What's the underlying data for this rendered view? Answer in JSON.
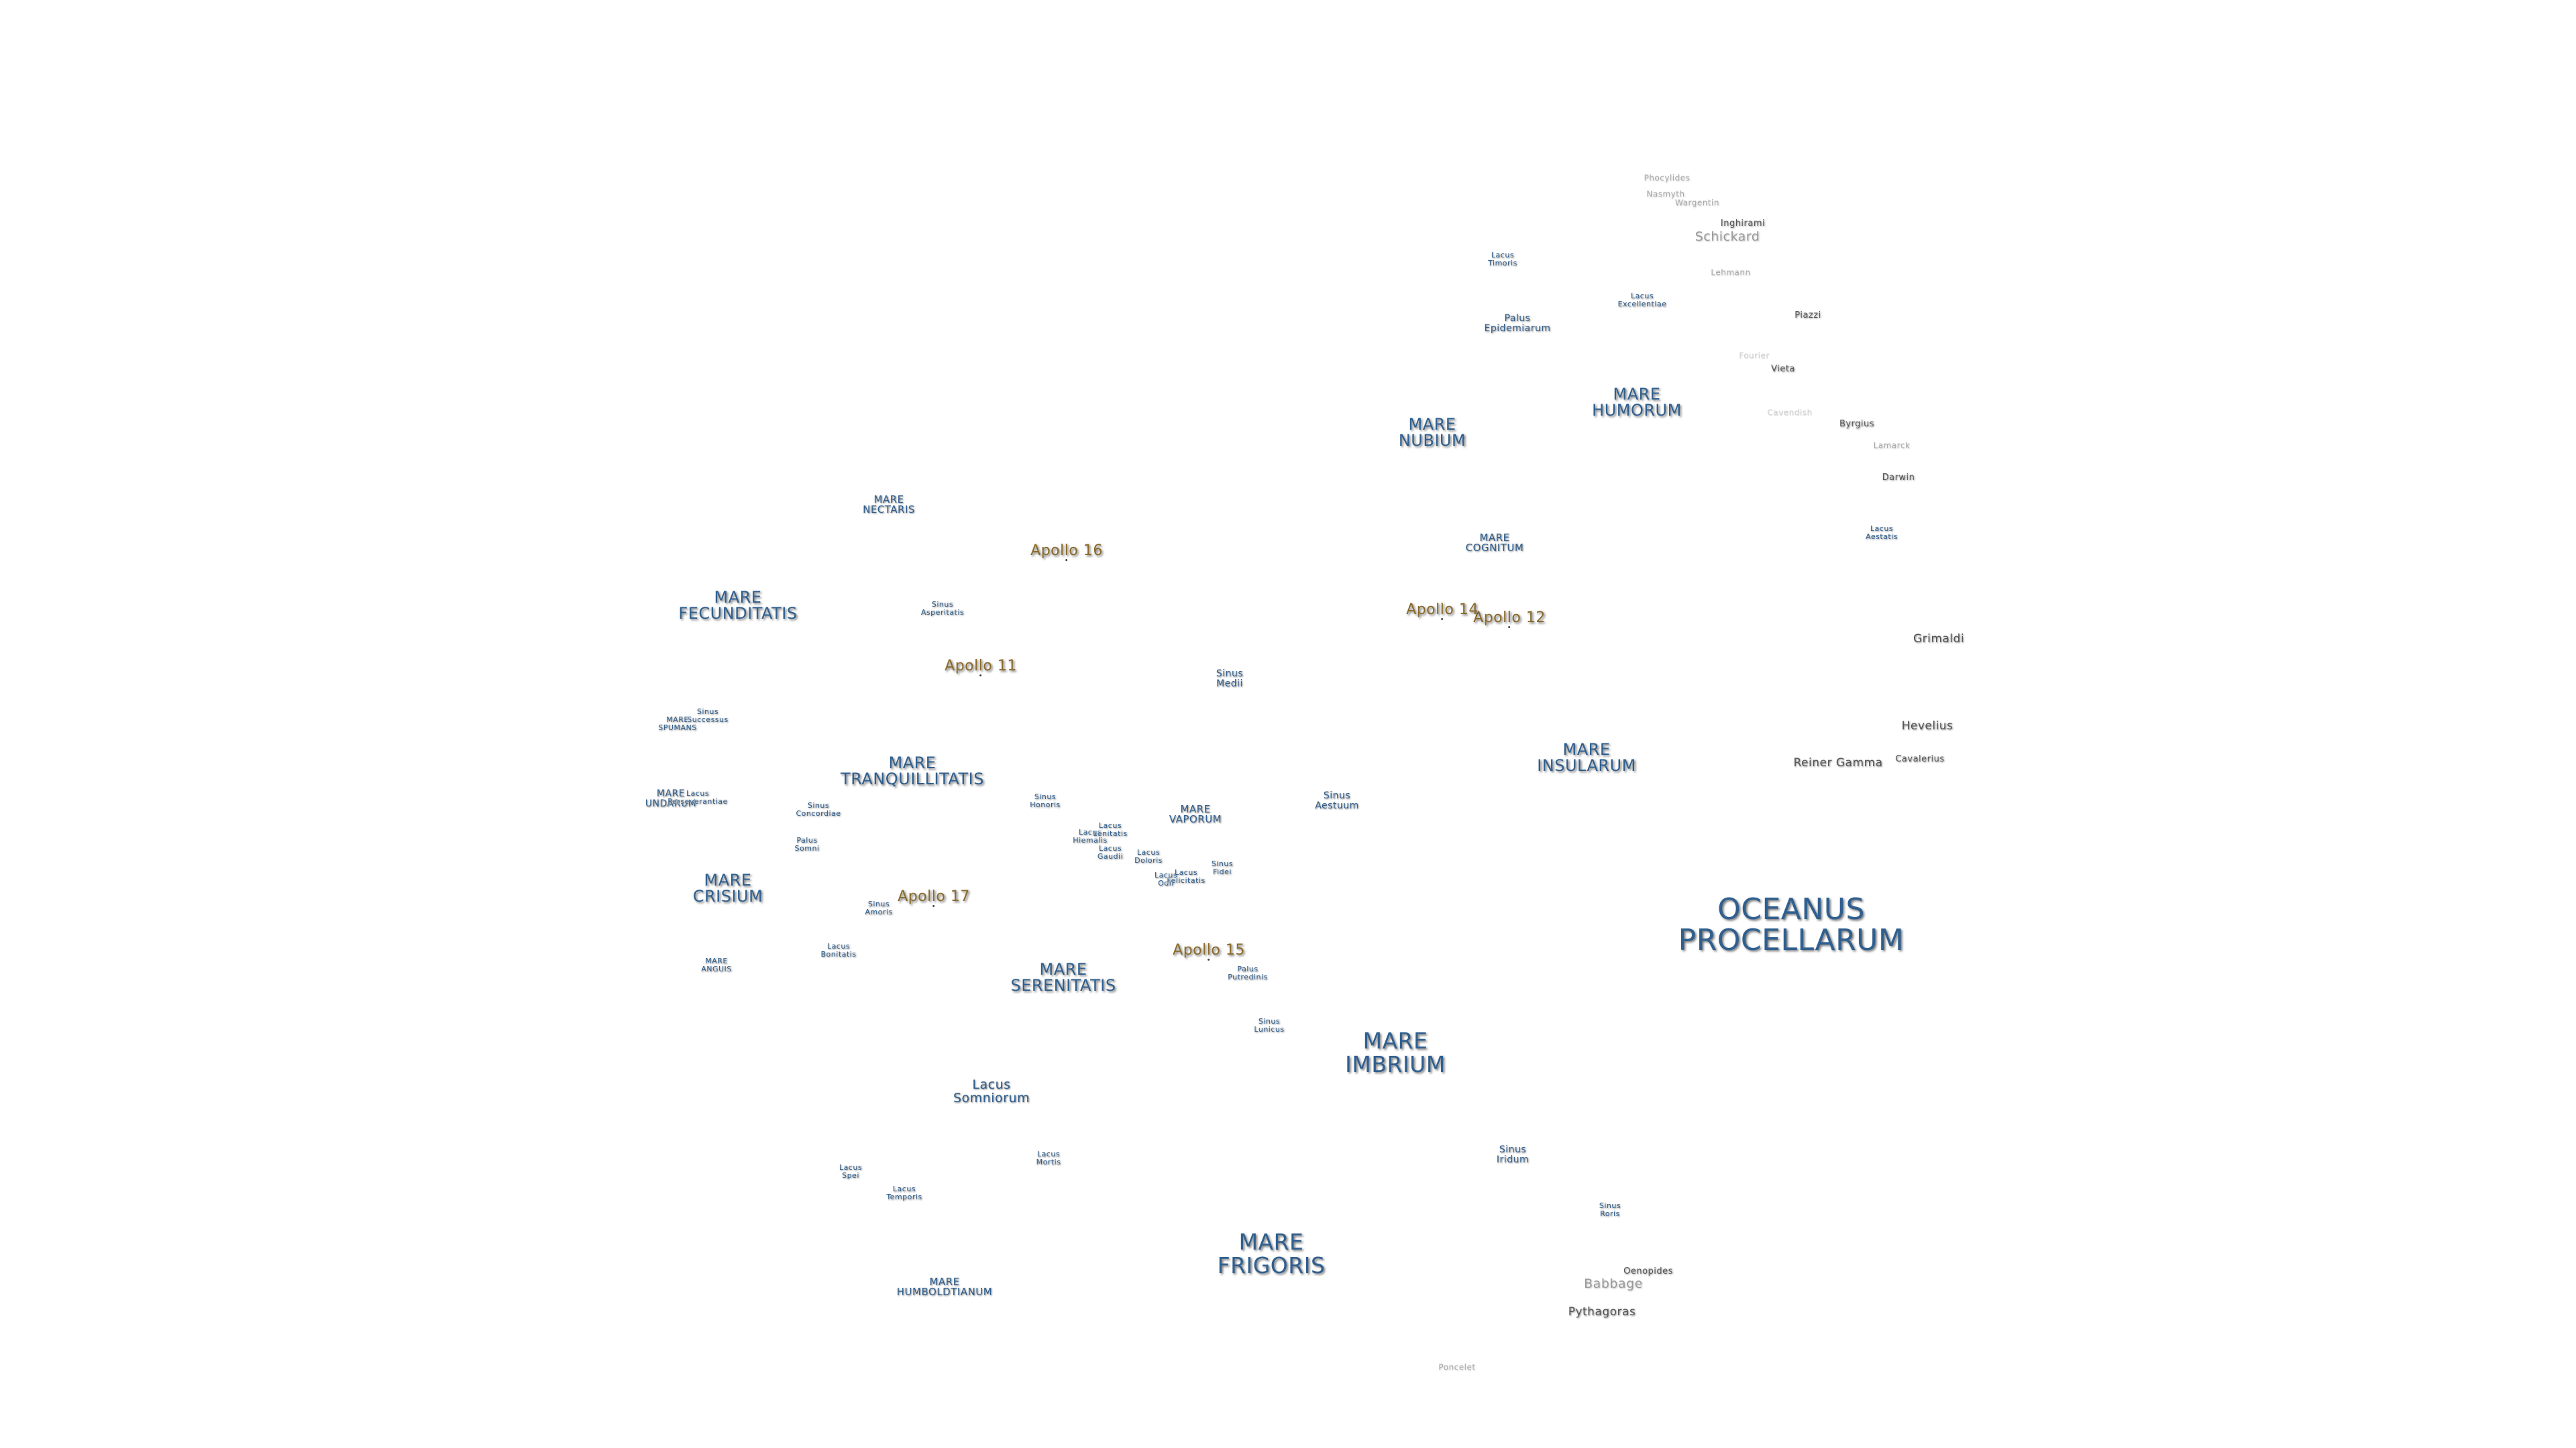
{
  "map": {
    "labels": [
      {
        "id": "oceanus-procellarum",
        "cls": "ocean",
        "lines": [
          "OCEANUS",
          "PROCELLARUM"
        ]
      },
      {
        "id": "mare-imbrium",
        "cls": "mare-l",
        "lines": [
          "MARE",
          "IMBRIUM"
        ]
      },
      {
        "id": "mare-frigoris",
        "cls": "mare-l",
        "lines": [
          "MARE",
          "FRIGORIS"
        ]
      },
      {
        "id": "mare-tranquillitatis",
        "cls": "mare-m",
        "lines": [
          "MARE",
          "TRANQUILLITATIS"
        ]
      },
      {
        "id": "mare-serenitatis",
        "cls": "mare-m",
        "lines": [
          "MARE",
          "SERENITATIS"
        ]
      },
      {
        "id": "mare-crisium",
        "cls": "mare-m",
        "lines": [
          "MARE",
          "CRISIUM"
        ]
      },
      {
        "id": "mare-fecunditatis",
        "cls": "mare-m",
        "lines": [
          "MARE",
          "FECUNDITATIS"
        ]
      },
      {
        "id": "mare-nubium",
        "cls": "mare-m",
        "lines": [
          "MARE",
          "NUBIUM"
        ]
      },
      {
        "id": "mare-insularum",
        "cls": "mare-m",
        "lines": [
          "MARE",
          "INSULARUM"
        ]
      },
      {
        "id": "mare-humorum",
        "cls": "mare-m",
        "lines": [
          "MARE",
          "HUMORUM"
        ]
      },
      {
        "id": "mare-nectaris",
        "cls": "mare-s",
        "lines": [
          "MARE",
          "NECTARIS"
        ]
      },
      {
        "id": "mare-cognitum",
        "cls": "mare-s",
        "lines": [
          "MARE",
          "COGNITUM"
        ]
      },
      {
        "id": "mare-vaporum",
        "cls": "mare-s",
        "lines": [
          "MARE",
          "VAPORUM"
        ]
      },
      {
        "id": "mare-humboldtianum",
        "cls": "mare-s",
        "lines": [
          "MARE",
          "HUMBOLDTIANUM"
        ]
      },
      {
        "id": "mare-anguis",
        "cls": "feat-xs",
        "lines": [
          "MARE",
          "ANGUIS"
        ]
      },
      {
        "id": "mare-spumans",
        "cls": "feat-xs",
        "lines": [
          "MARE",
          "SPUMANS"
        ]
      },
      {
        "id": "mare-undarum",
        "cls": "feat-s",
        "lines": [
          "MARE",
          "UNDARUM"
        ]
      },
      {
        "id": "lacus-somniorum",
        "cls": "feat-m",
        "lines": [
          "Lacus",
          "Somniorum"
        ]
      },
      {
        "id": "sinus-aestuum",
        "cls": "feat-s",
        "lines": [
          "Sinus",
          "Aestuum"
        ]
      },
      {
        "id": "sinus-iridum",
        "cls": "feat-s",
        "lines": [
          "Sinus",
          "Iridum"
        ]
      },
      {
        "id": "palus-epidemiarum",
        "cls": "feat-s",
        "lines": [
          "Palus",
          "Epidemiarum"
        ]
      },
      {
        "id": "sinus-medii",
        "cls": "feat-s",
        "lines": [
          "Sinus",
          "Medii"
        ]
      },
      {
        "id": "sinus-asperitatis",
        "cls": "feat-xs",
        "lines": [
          "Sinus",
          "Asperitatis"
        ]
      },
      {
        "id": "lacus-excellentiae",
        "cls": "feat-xs",
        "lines": [
          "Lacus",
          "Excellentiae"
        ]
      },
      {
        "id": "lacus-timoris",
        "cls": "feat-xs",
        "lines": [
          "Lacus",
          "Timoris"
        ]
      },
      {
        "id": "sinus-successus",
        "cls": "feat-xs",
        "lines": [
          "Sinus",
          "Successus"
        ]
      },
      {
        "id": "sinus-concordiae",
        "cls": "feat-xs",
        "lines": [
          "Sinus",
          "Concordiae"
        ]
      },
      {
        "id": "palus-somni",
        "cls": "feat-xs",
        "lines": [
          "Palus",
          "Somni"
        ]
      },
      {
        "id": "sinus-amoris",
        "cls": "feat-xs",
        "lines": [
          "Sinus",
          "Amoris"
        ]
      },
      {
        "id": "lacus-bonitatis",
        "cls": "feat-xs",
        "lines": [
          "Lacus",
          "Bonitatis"
        ]
      },
      {
        "id": "lacus-perseverantiae",
        "cls": "feat-xs",
        "lines": [
          "Lacus",
          "Perseverantiae"
        ]
      },
      {
        "id": "sinus-honoris",
        "cls": "feat-xs",
        "lines": [
          "Sinus",
          "Honoris"
        ]
      },
      {
        "id": "lacus-hiemalis",
        "cls": "feat-xs",
        "lines": [
          "Lacus",
          "Hiemalis"
        ]
      },
      {
        "id": "lacus-lenitatis",
        "cls": "feat-xs",
        "lines": [
          "Lacus",
          "Lenitatis"
        ]
      },
      {
        "id": "lacus-gaudii",
        "cls": "feat-xs",
        "lines": [
          "Lacus",
          "Gaudii"
        ]
      },
      {
        "id": "lacus-doloris",
        "cls": "feat-xs",
        "lines": [
          "Lacus",
          "Doloris"
        ]
      },
      {
        "id": "lacus-odii",
        "cls": "feat-xs",
        "lines": [
          "Lacus",
          "Odii"
        ]
      },
      {
        "id": "lacus-felicitatis",
        "cls": "feat-xs",
        "lines": [
          "Lacus",
          "Felicitatis"
        ]
      },
      {
        "id": "sinus-fidei",
        "cls": "feat-xs",
        "lines": [
          "Sinus",
          "Fidei"
        ]
      },
      {
        "id": "palus-putredinis",
        "cls": "feat-xs",
        "lines": [
          "Palus",
          "Putredinis"
        ]
      },
      {
        "id": "sinus-lunicus",
        "cls": "feat-xs",
        "lines": [
          "Sinus",
          "Lunicus"
        ]
      },
      {
        "id": "lacus-mortis",
        "cls": "feat-xs",
        "lines": [
          "Lacus",
          "Mortis"
        ]
      },
      {
        "id": "lacus-spei",
        "cls": "feat-xs",
        "lines": [
          "Lacus",
          "Spei"
        ]
      },
      {
        "id": "lacus-temporis",
        "cls": "feat-xs",
        "lines": [
          "Lacus",
          "Temporis"
        ]
      },
      {
        "id": "sinus-roris",
        "cls": "feat-xs",
        "lines": [
          "Sinus",
          "Roris"
        ]
      },
      {
        "id": "lacus-aestatis",
        "cls": "feat-xs",
        "lines": [
          "Lacus",
          "Aestatis"
        ]
      },
      {
        "id": "apollo-11",
        "cls": "apollo",
        "lines": [
          "Apollo 11"
        ]
      },
      {
        "id": "apollo-12",
        "cls": "apollo",
        "lines": [
          "Apollo 12"
        ]
      },
      {
        "id": "apollo-14",
        "cls": "apollo",
        "lines": [
          "Apollo 14"
        ]
      },
      {
        "id": "apollo-15",
        "cls": "apollo",
        "lines": [
          "Apollo 15"
        ]
      },
      {
        "id": "apollo-16",
        "cls": "apollo",
        "lines": [
          "Apollo 16"
        ]
      },
      {
        "id": "apollo-17",
        "cls": "apollo",
        "lines": [
          "Apollo 17"
        ]
      },
      {
        "id": "crater-grimaldi",
        "cls": "crater",
        "lines": [
          "Grimaldi"
        ]
      },
      {
        "id": "crater-hevelius",
        "cls": "crater",
        "lines": [
          "Hevelius"
        ]
      },
      {
        "id": "crater-reiner-gamma",
        "cls": "crater",
        "lines": [
          "Reiner Gamma"
        ]
      },
      {
        "id": "crater-cavalerius",
        "cls": "crater-s",
        "lines": [
          "Cavalerius"
        ]
      },
      {
        "id": "crater-pythagoras",
        "cls": "crater",
        "lines": [
          "Pythagoras"
        ]
      },
      {
        "id": "crater-oenopides",
        "cls": "crater-s",
        "lines": [
          "Oenopides"
        ]
      },
      {
        "id": "crater-darwin",
        "cls": "crater-s",
        "lines": [
          "Darwin"
        ]
      },
      {
        "id": "crater-byrgius",
        "cls": "crater-s",
        "lines": [
          "Byrgius"
        ]
      },
      {
        "id": "crater-piazzi",
        "cls": "crater-s",
        "lines": [
          "Piazzi"
        ]
      },
      {
        "id": "crater-inghirami",
        "cls": "crater-s",
        "lines": [
          "Inghirami"
        ]
      },
      {
        "id": "crater-vieta",
        "cls": "crater-s",
        "lines": [
          "Vieta"
        ]
      },
      {
        "id": "crater-schickard",
        "cls": "crater-faint",
        "lines": [
          "Schickard"
        ]
      },
      {
        "id": "crater-babbage",
        "cls": "crater-faint",
        "lines": [
          "Babbage"
        ]
      },
      {
        "id": "crater-lamarck",
        "cls": "crater-faint-s",
        "lines": [
          "Lamarck"
        ]
      },
      {
        "id": "crater-phocylides",
        "cls": "crater-faint-s",
        "lines": [
          "Phocylides"
        ]
      },
      {
        "id": "crater-nasmyth",
        "cls": "crater-faint-s",
        "lines": [
          "Nasmyth"
        ]
      },
      {
        "id": "crater-wargentin",
        "cls": "crater-faint-s",
        "lines": [
          "Wargentin"
        ]
      },
      {
        "id": "crater-lehmann",
        "cls": "crater-faint-s",
        "lines": [
          "Lehmann"
        ]
      },
      {
        "id": "crater-cavendish",
        "cls": "crater-ghost",
        "lines": [
          "Cavendish"
        ]
      },
      {
        "id": "crater-fourier",
        "cls": "crater-ghost",
        "lines": [
          "Fourier"
        ]
      },
      {
        "id": "crater-poncelet",
        "cls": "crater-faint-s",
        "lines": [
          "Poncelet"
        ]
      }
    ]
  }
}
